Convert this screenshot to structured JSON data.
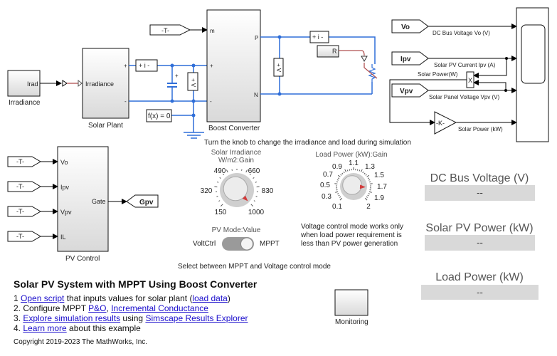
{
  "blocks": {
    "irradiance": {
      "label": "Irradiance",
      "port": "Irad"
    },
    "solar_plant": {
      "label": "Solar Plant",
      "port_in": "Irradiance",
      "plus": "+",
      "minus": "-"
    },
    "current_sensor": "+ i -",
    "voltage_sensor": "+ V",
    "solver": "f(x) = 0",
    "goto_m": "-T-",
    "boost": {
      "label": "Boost Converter",
      "m": "m",
      "p": "P",
      "n": "N",
      "plus": "+",
      "minus": "-"
    },
    "r_block": "R",
    "scope_inputs": [
      {
        "tag": "Vo",
        "signal": "DC Bus Voltage Vo (V)"
      },
      {
        "tag": "Ipv",
        "signal": "Solar PV Current Ipv (A)"
      },
      {
        "tag": "Vpv",
        "signal": "Solar Panel Voltage Vpv (V)"
      }
    ],
    "product": {
      "label": "X",
      "signal": "Solar Power(W)"
    },
    "gain": {
      "label": "-K-",
      "signal": "Solar Power (kW)"
    },
    "pv_control": {
      "label": "PV Control",
      "inputs": [
        "Vo",
        "Ipv",
        "Vpv",
        "IL"
      ],
      "from_tag": "-T-",
      "output": "Gate",
      "goto": "Gpv"
    },
    "monitoring": "Monitoring"
  },
  "knob_instruction": "Turn the knob to change the irradiance and load during simulation",
  "irradiance_knob": {
    "title1": "Solar Irradiance",
    "title2": "W/m2:Gain",
    "ticks": [
      "150",
      "320",
      "490",
      "660",
      "830",
      "1000"
    ],
    "value": 1000
  },
  "load_knob": {
    "title": "Load Power (kW):Gain",
    "ticks": [
      "0.1",
      "0.3",
      "0.5",
      "0.7",
      "0.9",
      "1.1",
      "1.3",
      "1.5",
      "1.7",
      "1.9",
      "2"
    ],
    "value": 1.7
  },
  "mode_switch": {
    "title": "PV Mode:Value",
    "left": "VoltCtrl",
    "right": "MPPT",
    "selected": "MPPT"
  },
  "mode_caption": "Select between MPPT and Voltage control mode",
  "voltage_note": [
    "Voltage control mode works only",
    "when load power requirement is",
    "less than PV power generation"
  ],
  "displays": [
    {
      "label": "DC Bus Voltage (V)",
      "value": "--"
    },
    {
      "label": "Solar PV Power (kW)",
      "value": "--"
    },
    {
      "label": "Load Power (kW)",
      "value": "--"
    }
  ],
  "doc": {
    "title": "Solar PV System with MPPT Using Boost Converter",
    "line1": {
      "num": "1 ",
      "link1": "Open script",
      "text": " that inputs values for solar plant (",
      "link2": "load data",
      "end": ")"
    },
    "line2": {
      "num": "2. Configure MPPT ",
      "link1": "P&O",
      "sep": ", ",
      "link2": "Incremental Conductance"
    },
    "line3": {
      "num": "3. ",
      "link1": "Explore simulation results",
      "text": " using ",
      "link2": "Simscape Results Explorer"
    },
    "line4": {
      "num": "4. ",
      "link1": "Learn more",
      "text": " about this example"
    },
    "copyright": "Copyright 2019-2023 The MathWorks, Inc."
  },
  "colors": {
    "wire_physical": "#2f6ed8",
    "wire_signal": "#000000",
    "wire_param": "#b05050",
    "knob_pointer": "#d23b3b"
  }
}
